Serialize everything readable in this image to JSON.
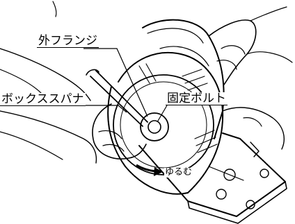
{
  "labels": {
    "outer_flange": "外フランジ",
    "box_spanner": "ボックススパナ",
    "fixing_bolt": "固定ボルト",
    "loosen": "ゆるむ"
  },
  "colors": {
    "ink": "#000000",
    "paper": "#ffffff",
    "shade": "#9a9a9a"
  }
}
